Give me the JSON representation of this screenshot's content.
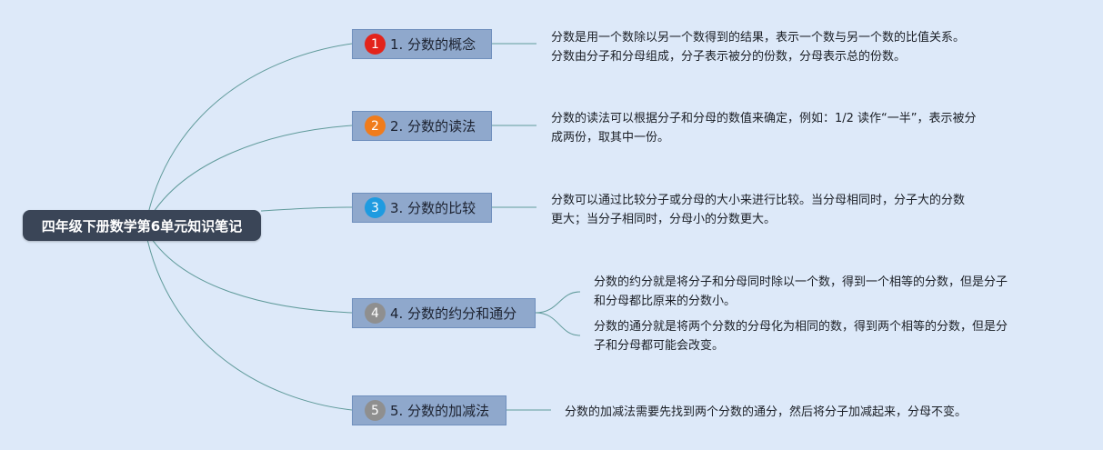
{
  "root": {
    "label": "四年级下册数学第6单元知识笔记"
  },
  "topics": [
    {
      "number": "1",
      "title": "1. 分数的概念",
      "badge_color": "#e3241b",
      "notes": [
        {
          "lines": [
            "分数是用一个数除以另一个数得到的结果，表示一个数与另一个数的比值关系。",
            "分数由分子和分母组成，分子表示被分的份数，分母表示总的份数。"
          ]
        }
      ]
    },
    {
      "number": "2",
      "title": "2. 分数的读法",
      "badge_color": "#f07c1c",
      "notes": [
        {
          "lines": [
            "分数的读法可以根据分子和分母的数值来确定，例如：1/2 读作“一半”，表示被分",
            "成两份，取其中一份。"
          ]
        }
      ]
    },
    {
      "number": "3",
      "title": "3. 分数的比较",
      "badge_color": "#1f9be0",
      "notes": [
        {
          "lines": [
            "分数可以通过比较分子或分母的大小来进行比较。当分母相同时，分子大的分数",
            "更大；当分子相同时，分母小的分数更大。"
          ]
        }
      ]
    },
    {
      "number": "4",
      "title": "4. 分数的约分和通分",
      "badge_color": "#8f8f8f",
      "notes": [
        {
          "lines": [
            "分数的约分就是将分子和分母同时除以一个数，得到一个相等的分数，但是分子",
            "和分母都比原来的分数小。"
          ]
        },
        {
          "lines": [
            "分数的通分就是将两个分数的分母化为相同的数，得到两个相等的分数，但是分",
            "子和分母都可能会改变。"
          ]
        }
      ]
    },
    {
      "number": "5",
      "title": "5. 分数的加减法",
      "badge_color": "#8f8f8f",
      "notes": [
        {
          "lines": [
            "分数的加减法需要先找到两个分数的通分，然后将分子加减起来，分母不变。"
          ]
        }
      ]
    }
  ],
  "colors": {
    "connector": "#5f9a9a",
    "root_bg": "#3a4557",
    "topic_bg": "#8fa8cc"
  }
}
